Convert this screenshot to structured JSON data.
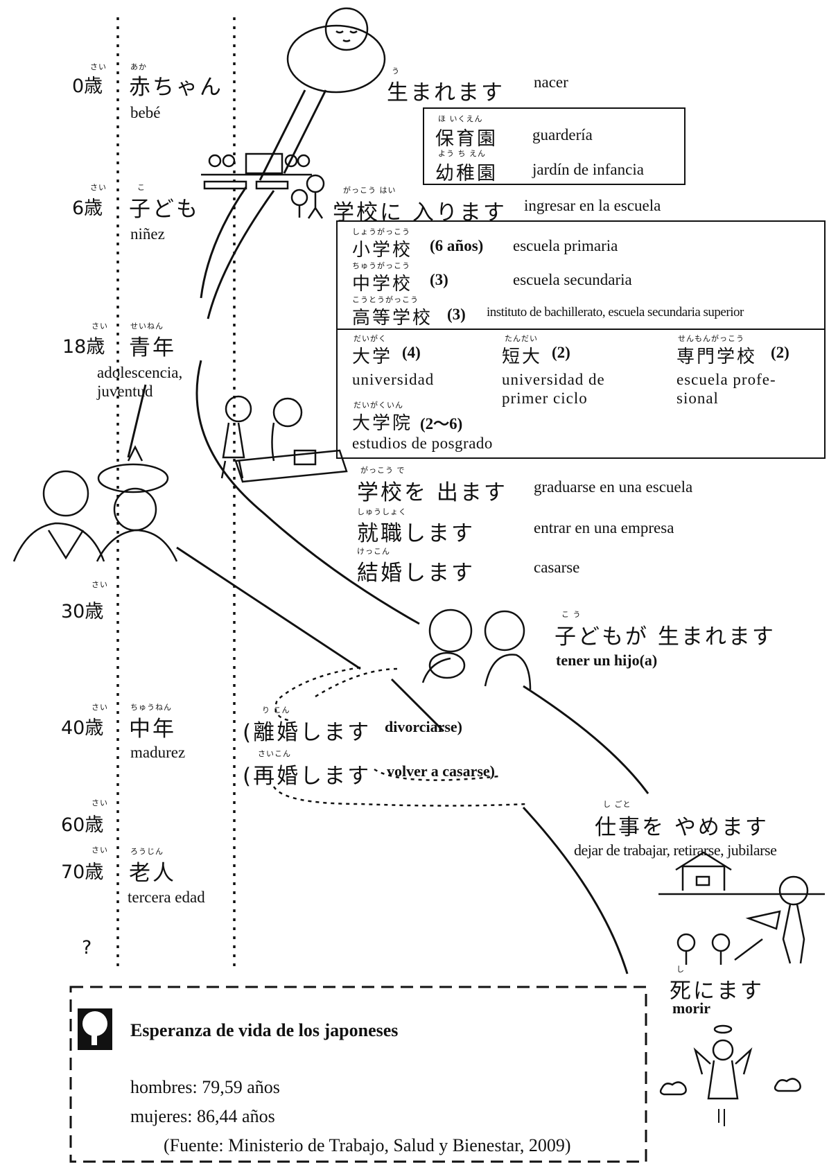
{
  "stages": {
    "baby": {
      "age": "0歳",
      "age_furi": "さい",
      "term": "赤ちゃん",
      "term_furi": "あか",
      "es": "bebé"
    },
    "child": {
      "age": "6歳",
      "age_furi": "さい",
      "term": "子ども",
      "term_furi": "こ",
      "es": "niñez"
    },
    "youth": {
      "age": "18歳",
      "age_furi": "さい",
      "term": "青年",
      "term_furi": "せいねん",
      "es": "adolescencia,",
      "es2": "juventud"
    },
    "thirty": {
      "age": "30歳",
      "age_furi": "さい"
    },
    "middle": {
      "age": "40歳",
      "age_furi": "さい",
      "term": "中年",
      "term_furi": "ちゅうねん",
      "es": "madurez"
    },
    "sixty": {
      "age": "60歳",
      "age_furi": "さい"
    },
    "elder": {
      "age": "70歳",
      "age_furi": "さい",
      "term": "老人",
      "term_furi": "ろうじん",
      "es": "tercera edad"
    },
    "unknown": {
      "age": "?"
    }
  },
  "events": {
    "born": {
      "jp": "生まれます",
      "furi": "う",
      "es": "nacer"
    },
    "enter_school": {
      "jp": "学校に 入ります",
      "furi": "がっこう        はい",
      "es": "ingresar en la escuela"
    },
    "graduate": {
      "jp": "学校を 出ます",
      "furi": "がっこう        で",
      "es": "graduarse en una escuela"
    },
    "employ": {
      "jp": "就職します",
      "furi": "しゅうしょく",
      "es": "entrar en una empresa"
    },
    "marry": {
      "jp": "結婚します",
      "furi": "けっこん",
      "es": "casarse"
    },
    "have_child": {
      "jp": "子どもが 生まれます",
      "furi": "こ            う",
      "es": "tener un hijo(a)"
    },
    "divorce": {
      "jp": "(離婚します",
      "furi": "り こん",
      "es": "divorciarse)"
    },
    "remarry": {
      "jp": "(再婚します",
      "furi": "さいこん",
      "es": "volver a casarse)"
    },
    "retire": {
      "jp": "仕事を やめます",
      "furi": "し ごと",
      "es": "dejar de trabajar, retirarse, jubilarse"
    },
    "die": {
      "jp": "死にます",
      "furi": "し",
      "es": "morir"
    }
  },
  "preschool": [
    {
      "jp": "保育園",
      "furi": "ほ いくえん",
      "es": "guardería"
    },
    {
      "jp": "幼稚園",
      "furi": "よう ち えん",
      "es": "jardín de infancia"
    }
  ],
  "school": [
    {
      "jp": "小学校",
      "furi": "しょうがっこう",
      "years": "(6 años)",
      "es": "escuela primaria"
    },
    {
      "jp": "中学校",
      "furi": "ちゅうがっこう",
      "years": "(3)",
      "es": "escuela secundaria"
    },
    {
      "jp": "高等学校",
      "furi": "こうとうがっこう",
      "years": "(3)",
      "es": "instituto de bachillerato, escuela secundaria superior"
    }
  ],
  "higher": [
    {
      "jp": "大学",
      "furi": "だいがく",
      "years": "(4)",
      "es": "universidad"
    },
    {
      "jp": "短大",
      "furi": "たんだい",
      "years": "(2)",
      "es": "universidad de",
      "es2": "primer ciclo"
    },
    {
      "jp": "専門学校",
      "furi": "せんもんがっこう",
      "years": "(2)",
      "es": "escuela profe-",
      "es2": "sional"
    },
    {
      "jp": "大学院",
      "furi": "だいがくいん",
      "years": "(2〜6)",
      "es": "estudios de posgrado"
    }
  ],
  "life_expectancy": {
    "title": "Esperanza de vida de los japoneses",
    "men": "hombres: 79,59 años",
    "women": "mujeres:  86,44 años",
    "source": "(Fuente: Ministerio de Trabajo, Salud y Bienestar, 2009)"
  }
}
